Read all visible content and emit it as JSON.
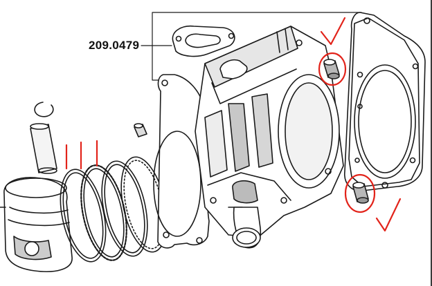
{
  "diagram": {
    "part_number": "209.0479",
    "colors": {
      "line": "#1a1a1a",
      "annotation": "#e2231a",
      "shading": "#bdbdbd",
      "background": "#ffffff"
    },
    "annotations": {
      "checkmark_count": 2,
      "circled_dowels": 2,
      "ring_marks": 3
    }
  }
}
